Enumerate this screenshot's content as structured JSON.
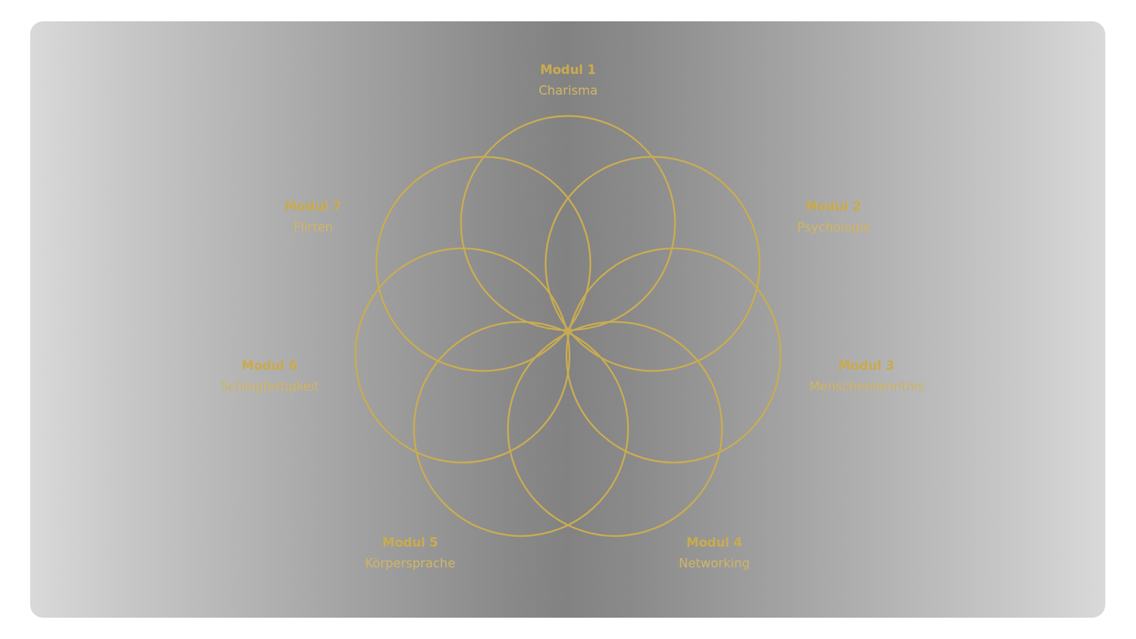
{
  "diagram": {
    "labels": [
      "Modul 1",
      "Charisma",
      "Modul 2",
      "Psychologie",
      "Modul 3",
      "Menschenkenntnis",
      "Modul 4",
      "Networking",
      "Modul 5",
      "Körpersprache",
      "Modul 6",
      "Schlagfertigkeit",
      "Modul 7",
      "Flirten"
    ]
  }
}
